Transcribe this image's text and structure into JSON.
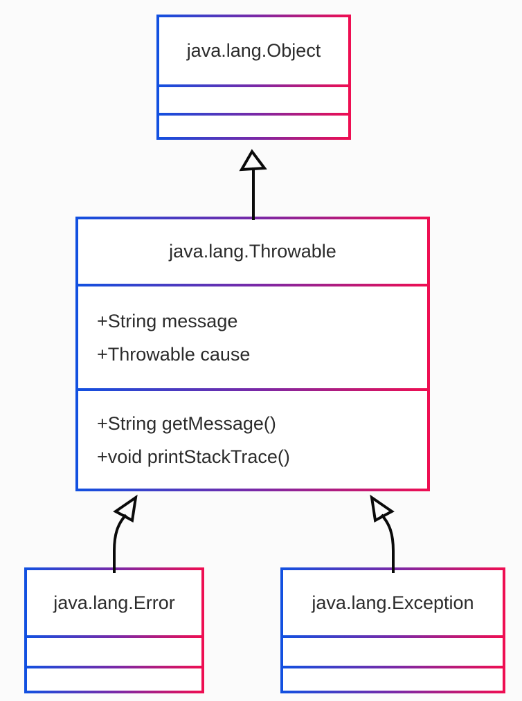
{
  "diagram": {
    "type": "uml-class-diagram",
    "classes": [
      {
        "id": "object",
        "title": "java.lang.Object",
        "attributes": [],
        "methods": []
      },
      {
        "id": "throwable",
        "title": "java.lang.Throwable",
        "attributes": [
          "+String message",
          "+Throwable cause"
        ],
        "methods": [
          "+String getMessage()",
          "+void printStackTrace()"
        ]
      },
      {
        "id": "error",
        "title": "java.lang.Error",
        "attributes": [],
        "methods": []
      },
      {
        "id": "exception",
        "title": "java.lang.Exception",
        "attributes": [],
        "methods": []
      }
    ],
    "relations": [
      {
        "from": "java.lang.Throwable",
        "to": "java.lang.Object",
        "type": "inheritance"
      },
      {
        "from": "java.lang.Error",
        "to": "java.lang.Throwable",
        "type": "inheritance"
      },
      {
        "from": "java.lang.Exception",
        "to": "java.lang.Throwable",
        "type": "inheritance"
      }
    ],
    "colors": {
      "border_gradient_start": "#1250e0",
      "border_gradient_mid": "#7b28a6",
      "border_gradient_end": "#ee0e52",
      "arrow": "#0a0a0a",
      "text": "#2b2b2b",
      "box_fill": "#ffffff",
      "background": "#fbfbfb"
    }
  }
}
